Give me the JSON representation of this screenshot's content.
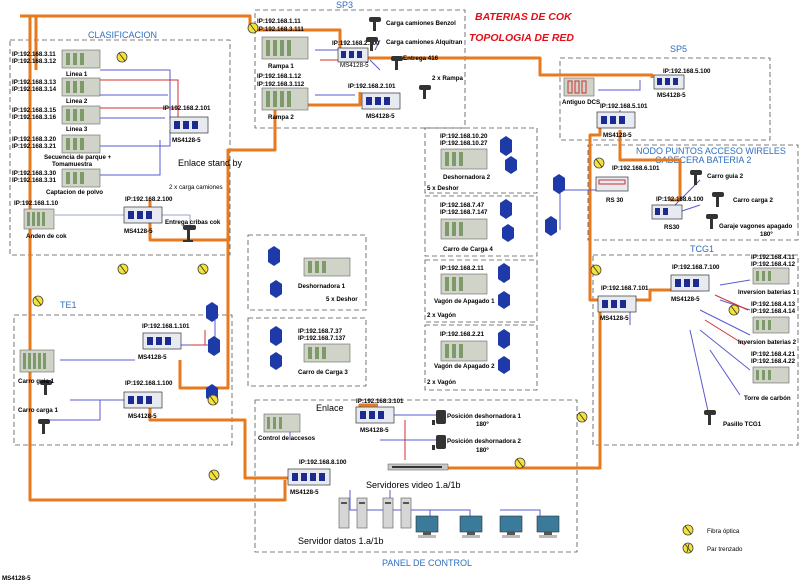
{
  "titles": {
    "main": "BATERIAS DE COK",
    "sub": "TOPOLOGIA DE RED"
  },
  "zones": {
    "clasificacion": "CLASIFICACION",
    "sp3": "SP3",
    "sp5": "SP5",
    "nodo": "NODO PUNTOS ACCESO WIRELES",
    "cabecera": "CABECERA BATERIA 2",
    "te1": "TE1",
    "tcg1": "TCG1",
    "panel": "PANEL DE CONTROL"
  },
  "clasificacion": {
    "plcs": [
      {
        "ips": [
          "IP:192.168.3.11",
          "IP:192.168.3.12"
        ],
        "label": "Linea 1"
      },
      {
        "ips": [
          "IP:192.168.3.13",
          "IP:192.168.3.14"
        ],
        "label": "Linea 2"
      },
      {
        "ips": [
          "IP:192.168.3.15",
          "IP:192.168.3.16"
        ],
        "label": "Linea 3"
      },
      {
        "ips": [
          "IP:192.168.3.20",
          "IP:192.168.3.21"
        ],
        "label": "Secuencia de parque +",
        "label2": "Tomamuestra"
      },
      {
        "ips": [
          "IP:192.168.3.30",
          "IP:192.168.3.31"
        ],
        "label": "Captacion de polvo"
      }
    ],
    "switch_a": {
      "ip": "IP:192.168.2.101",
      "model": "MS4128-5"
    },
    "standby": "Enlace stand by",
    "carga_camiones": "2 x carga camiones",
    "switch_b": {
      "ip": "IP:192.168.2.100",
      "model": "MS4128-5"
    },
    "anden": {
      "ip": "IP:192.168.1.10",
      "label": "Anden de cok"
    },
    "cribas": "Entrega cribas cok"
  },
  "sp3": {
    "rampa1": {
      "ips": [
        "IP:192.168.1.11",
        "IP:192.168.3.111"
      ],
      "label": "Rampa 1"
    },
    "rampa2": {
      "ips": [
        "IP:192.168.1.12",
        "IP:192.168.3.112"
      ],
      "label": "Rampa 2"
    },
    "switch_a": {
      "ip": "IP:192.168.2.100",
      "model": "MS4128-5"
    },
    "switch_b": {
      "ip": "IP:192.168.2.101",
      "model": "MS4128-5"
    },
    "cams": [
      "Carga camiones Benzol",
      "Carga camiones Alquitran",
      "Entrega 416",
      "2 x Rampa"
    ]
  },
  "sp5": {
    "switch_a": {
      "ip": "IP:192.168.5.100",
      "model": "MS4128-5"
    },
    "switch_b": {
      "ip": "IP:192.168.5.101",
      "model": "MS4128-5"
    },
    "dcs": "Antiguo DCS"
  },
  "nodo": {
    "rs30a": {
      "ip": "IP:192.168.6.101",
      "label": "RS 30"
    },
    "rs30b": {
      "ip": "IP:192.168.6.100",
      "label": "RS30"
    },
    "cams": [
      "Carro guia 2",
      "Carro carga 2",
      "Garaje vagones apagado",
      "180º"
    ]
  },
  "middle": {
    "deshornadora2": {
      "ips": [
        "IP:192.168.10.20",
        "IP:192.168.10.27"
      ],
      "label": "Deshornadora 2",
      "count": "5 x Deshor"
    },
    "carro4": {
      "ips": [
        "IP:192.168.7.47",
        "IP:192.168.7.147"
      ],
      "label": "Carro de Carga 4"
    },
    "vagon1": {
      "ips": [
        "IP:192.168.2.11"
      ],
      "label": "Vagón de Apagado 1",
      "count": "2 x Vagón"
    },
    "vagon2": {
      "ips": [
        "IP:192.168.2.21"
      ],
      "label": "Vagón de Apagado 2",
      "count": "2 x Vagón"
    },
    "deshornadora1": {
      "label": "Deshornadora 1",
      "count": "5 x Deshor"
    },
    "carro3": {
      "ips": [
        "IP:192.168.7.37",
        "IP:192.168.7.137"
      ],
      "label": "Carro de Carga 3"
    }
  },
  "te1": {
    "switch_a": {
      "ip": "IP:192.168.1.101",
      "model": "MS4128-5"
    },
    "switch_b": {
      "ip": "IP:192.168.1.100",
      "model": "MS4128-5"
    },
    "guia": "Carro guia 1",
    "carga": "Carro carga 1"
  },
  "tcg1": {
    "switch_a": {
      "ip": "IP:192.168.7.101",
      "model": "MS4128-5"
    },
    "switch_b": {
      "ip": "IP:192.168.7.100",
      "model": "MS4128-5"
    },
    "inv1": {
      "ips": [
        "IP:192.168.4.11",
        "IP:192.168.4.12"
      ],
      "label": "Inversion baterias 1"
    },
    "inv2": {
      "ips": [
        "IP:192.168.4.13",
        "IP:192.168.4.14"
      ],
      "label": "Inversion baterias 2"
    },
    "torre": {
      "ips": [
        "IP:192.168.4.21",
        "IP:192.168.4.22"
      ],
      "label": "Torre de carbón"
    },
    "pasillo": "Pasillo TCG1"
  },
  "panel": {
    "switch_a": {
      "ip": "IP:192.168.3.101",
      "model": "MS4128-5"
    },
    "switch_b": {
      "ip": "IP:192.168.8.100",
      "model": "MS4128-5"
    },
    "enlace": "Enlace",
    "control": "Control de accesos",
    "pos1": [
      "Posición deshornadora 1",
      "180º"
    ],
    "pos2": [
      "Posición deshornadora 2",
      "180º"
    ],
    "video": "Servidores video 1.a/1b",
    "datos": "Servidor datos 1.a/1b"
  },
  "legend": {
    "fibra": "Fibra óptica",
    "par": "Par trenzado"
  },
  "footer": "MS4128-5",
  "colors": {
    "fiber": "#e87a1e",
    "twisted_pair": "#5a5ad0",
    "title_red": "#e0101a",
    "zone_blue": "#2f6fbf"
  }
}
